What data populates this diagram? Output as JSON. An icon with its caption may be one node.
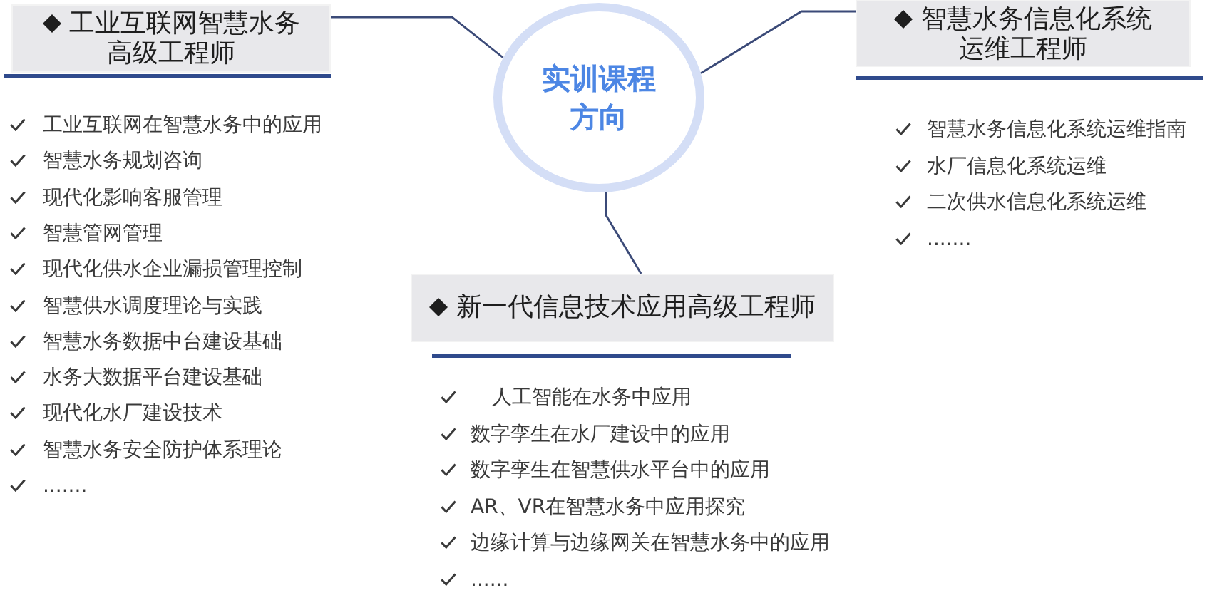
{
  "diagram": {
    "nodes": [
      {
        "text": [
          "工业互联网智慧水务高级工程师"
        ],
        "beside": [
          "工业互联网在智慧水务中的应用",
          "智慧水务规划咨询",
          "现代化影响客服管理",
          "智慧管网管理",
          "现代化供水企业漏损管理控制",
          "智慧供水调度理论与实践",
          "智慧水务数据中台建设基础",
          "水务大数据平台建设基础",
          "现代化水厂建设技术",
          "智慧水务安全防护体系理论",
          "......."
        ]
      },
      {
        "text": [
          "实训课程方向"
        ]
      },
      {
        "text": [
          "智慧水务信息化系统运维工程师"
        ],
        "beside": [
          "智慧水务信息化系统运维指南",
          "水厂信息化系统运维",
          "二次供水信息化系统运维",
          "......."
        ]
      },
      {
        "text": [
          "新一代信息技术应用高级工程师"
        ],
        "beside": [
          "人工智能在水务中应用",
          "数字孪生在水厂建设中的应用",
          "数字孪生在智慧供水平台中的应用",
          "AR、VR在智慧水务中应用探究",
          "边缘计算与边缘网关在智慧水务中的应用",
          "......"
        ]
      }
    ],
    "edges": [
      {
        "from": 1,
        "to": 0,
        "arrow": "none"
      },
      {
        "from": 1,
        "to": 2,
        "arrow": "none"
      },
      {
        "from": 1,
        "to": 3,
        "arrow": "none"
      }
    ]
  }
}
